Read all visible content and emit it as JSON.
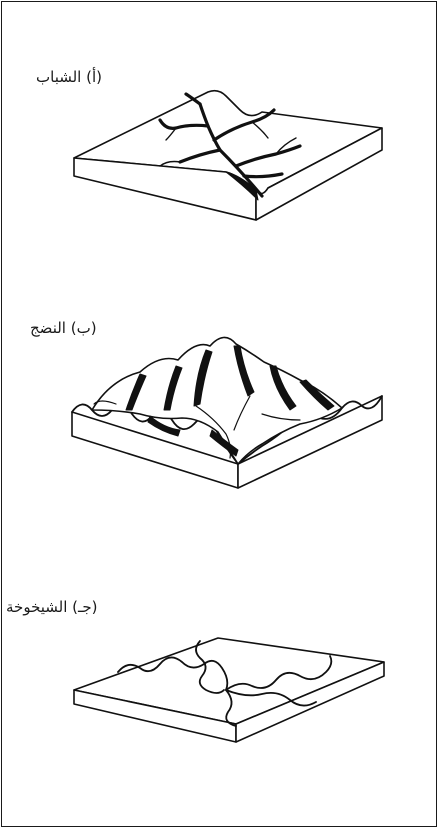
{
  "stages": [
    {
      "label": "(أ) الشباب",
      "landform": "young-stage-landform"
    },
    {
      "label": "(ب) النضج",
      "landform": "mature-stage-landform"
    },
    {
      "label": "(جـ) الشيخوخة",
      "landform": "old-stage-landform"
    }
  ],
  "colors": {
    "ink": "#111111",
    "paper": "#ffffff"
  }
}
